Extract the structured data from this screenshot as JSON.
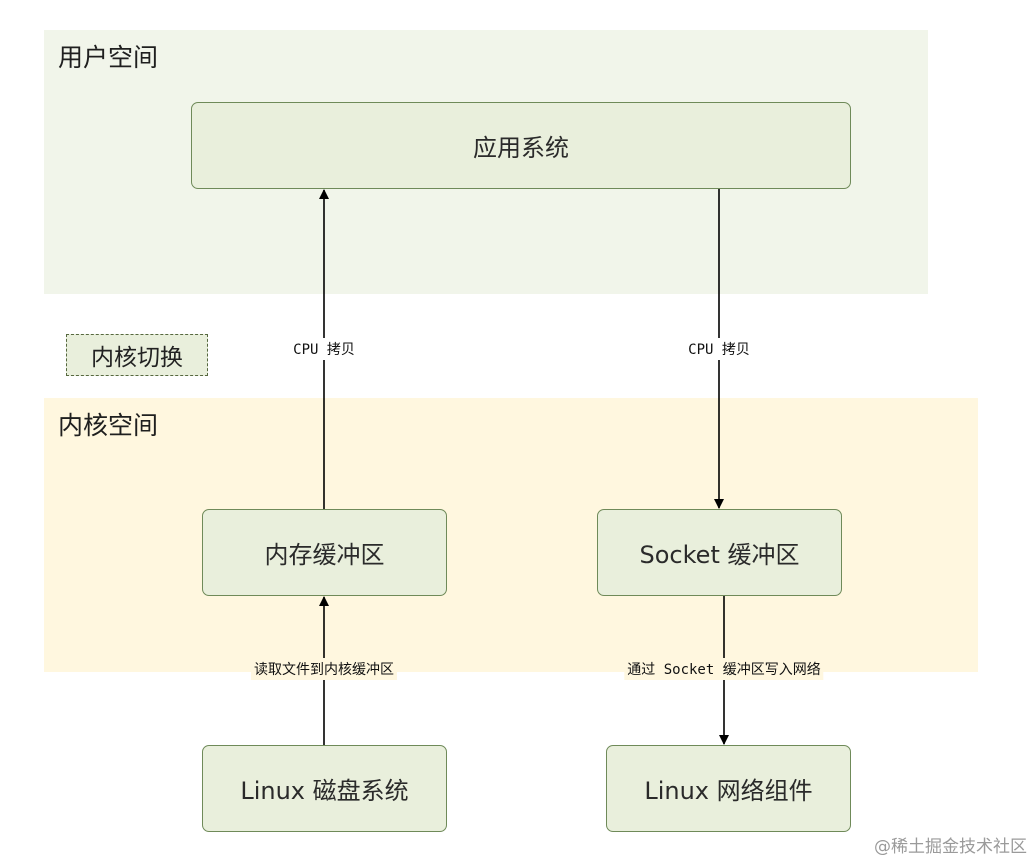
{
  "regions": {
    "user_space": "用户空间",
    "kernel_space": "内核空间"
  },
  "switch_tag": "内核切换",
  "nodes": {
    "app": "应用系统",
    "mem_buffer": "内存缓冲区",
    "socket_buffer": "Socket 缓冲区",
    "disk": "Linux 磁盘系统",
    "net": "Linux 网络组件"
  },
  "edges": {
    "cpu_copy_up": "CPU 拷贝",
    "cpu_copy_down": "CPU 拷贝",
    "read_to_kernel": "读取文件到内核缓冲区",
    "write_to_net": "通过 Socket 缓冲区写入网络"
  },
  "watermark": "@稀土掘金技术社区",
  "colors": {
    "user_space_bg": "#f1f5ea",
    "kernel_space_bg": "#fff7df",
    "node_fill": "#e9efdc",
    "node_border": "#6f8a59",
    "arrow": "#000000"
  }
}
